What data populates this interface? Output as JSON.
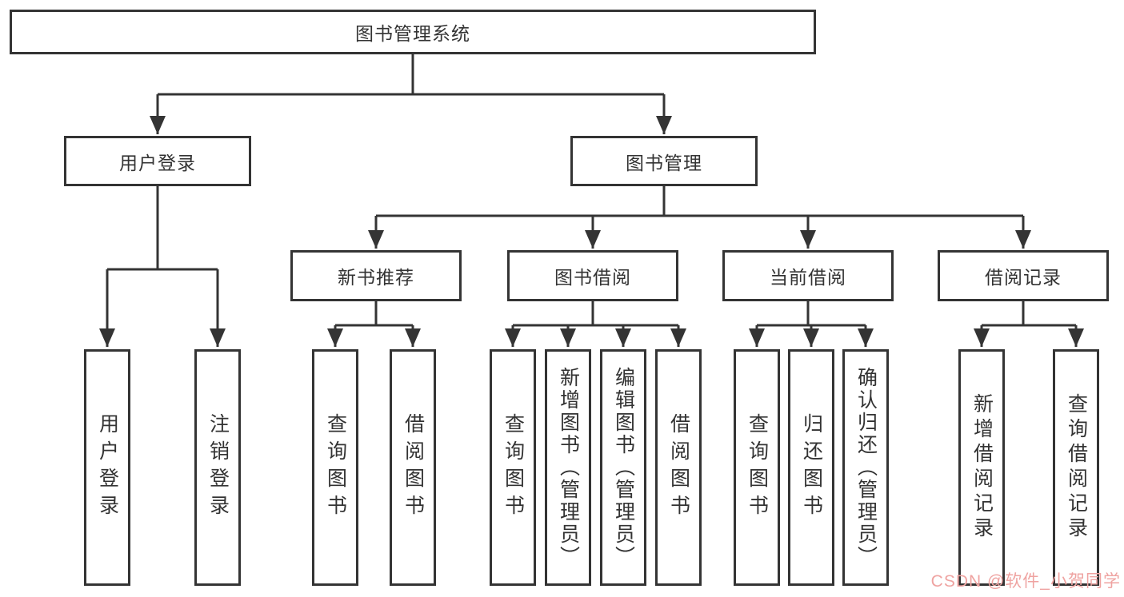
{
  "title": "图书管理系统",
  "branches": [
    {
      "label": "用户登录",
      "leaves": [
        "用户登录",
        "注销登录"
      ]
    },
    {
      "label": "图书管理",
      "sections": [
        {
          "label": "新书推荐",
          "leaves": [
            "查询图书",
            "借阅图书"
          ]
        },
        {
          "label": "图书借阅",
          "leaves": [
            "查询图书",
            "新增图书（管理员）",
            "编辑图书（管理员）",
            "借阅图书"
          ]
        },
        {
          "label": "当前借阅",
          "leaves": [
            "查询图书",
            "归还图书",
            "确认归还（管理员）"
          ]
        },
        {
          "label": "借阅记录",
          "leaves": [
            "新增借阅记录",
            "查询借阅记录"
          ]
        }
      ]
    }
  ],
  "watermark": {
    "text": "CSDN @软件_小贺同学"
  },
  "colors": {
    "line": "#343434",
    "text": "#333333",
    "background": "#ffffff",
    "watermark": "#efa3a1"
  }
}
